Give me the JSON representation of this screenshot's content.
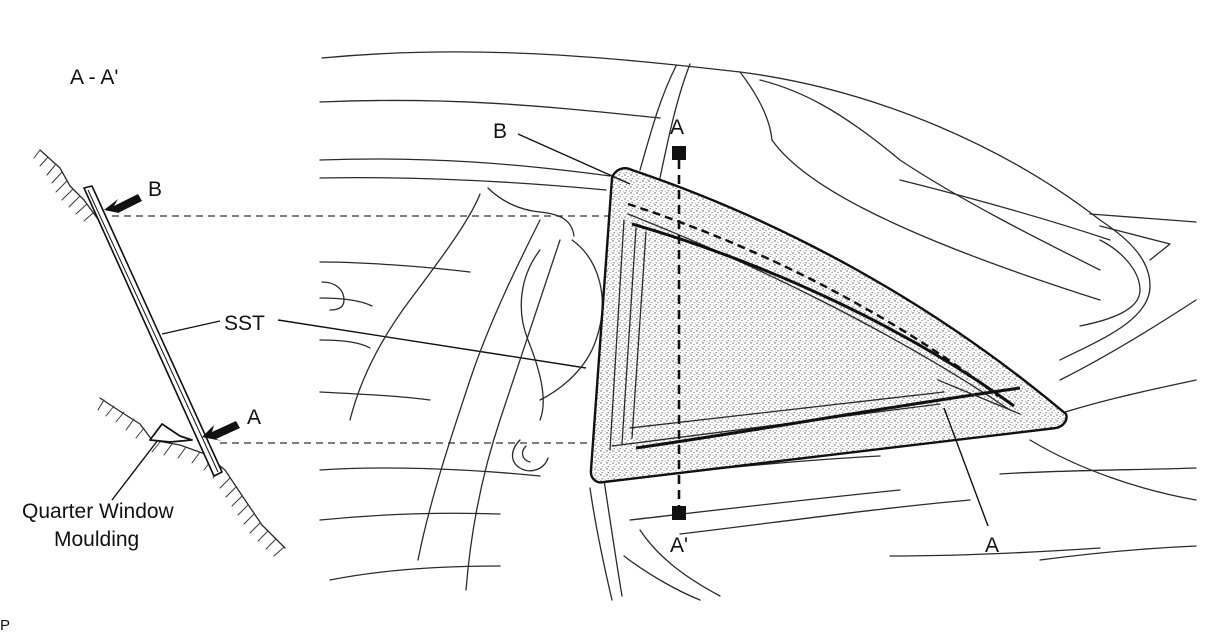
{
  "labels": {
    "section_title": "A - A'",
    "section_point_b": "B",
    "section_point_a": "A",
    "tool": "SST",
    "moulding_line1": "Quarter Window",
    "moulding_line2": "Moulding",
    "cut_top": "A",
    "cut_bottom": "A'",
    "window_point_b": "B",
    "window_point_a": "A",
    "corner_mark": "P"
  },
  "colors": {
    "line": "#111111",
    "glass_fill": "#d9d9d9",
    "background": "#ffffff"
  },
  "icons": {
    "arrow": "filled-pointer-arrow",
    "section_marker": "filled-square-marker"
  }
}
